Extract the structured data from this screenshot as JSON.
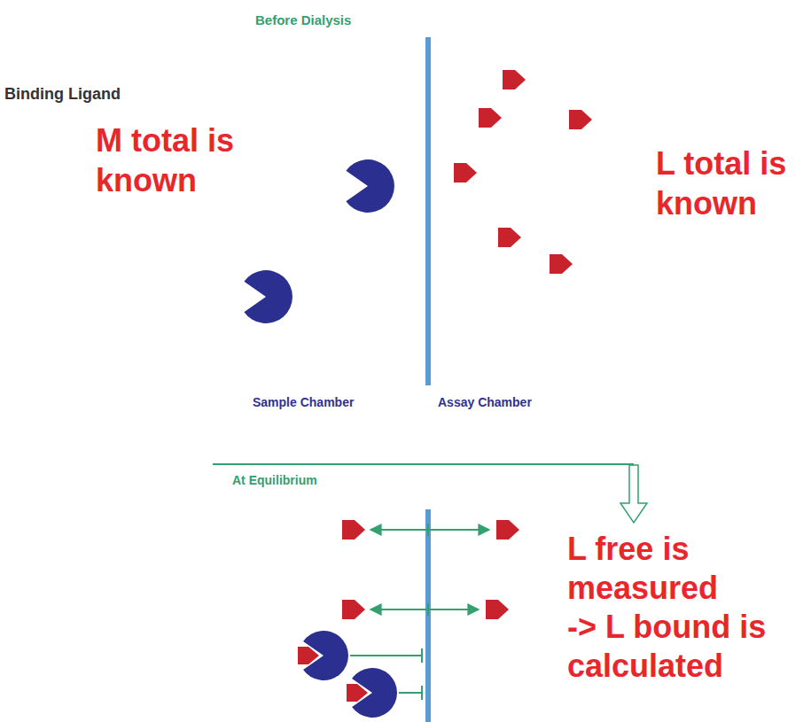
{
  "diagram": {
    "labels": [
      "Before Dialysis",
      "Binding Ligand",
      "M total is known",
      "L total is known",
      "Sample Chamber",
      "Assay Chamber",
      "At Equilibrium",
      "L free is measured",
      "-> L bound is calculated"
    ]
  }
}
